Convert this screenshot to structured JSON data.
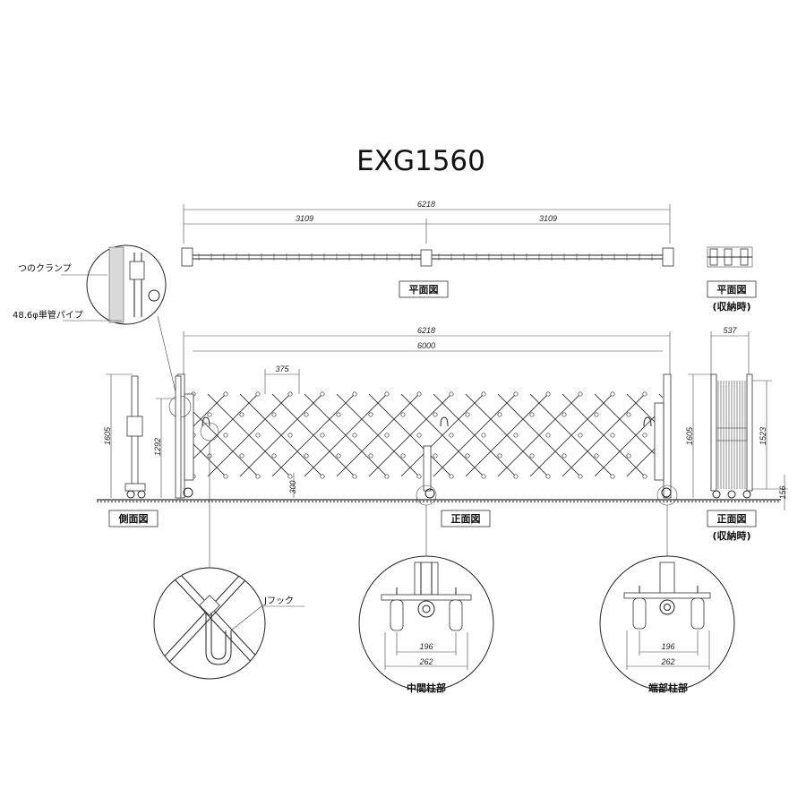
{
  "title": "EXG1560",
  "plan": {
    "total": "6218",
    "left": "3109",
    "right": "3109",
    "label": "平面図",
    "stored_label": "平面図",
    "stored_sub": "(収納時)"
  },
  "front": {
    "total": "6218",
    "inner": "6000",
    "pitch": "375",
    "height": "1605",
    "wheel": "300",
    "label": "正面図"
  },
  "side": {
    "height": "1605",
    "clamp_height": "1292",
    "label": "側面図"
  },
  "stored_front": {
    "width": "537",
    "height": "1605",
    "inner_height": "1523",
    "base": "156",
    "label": "正面図",
    "sub": "(収納時)"
  },
  "callouts": {
    "clamp": "つのクランプ",
    "pipe": "48.6φ単管パイプ",
    "hook": "Jフック"
  },
  "details": {
    "middle": {
      "inner": "196",
      "outer": "262",
      "label": "中間柱部"
    },
    "end": {
      "inner": "196",
      "outer": "262",
      "label": "端部柱部"
    }
  }
}
